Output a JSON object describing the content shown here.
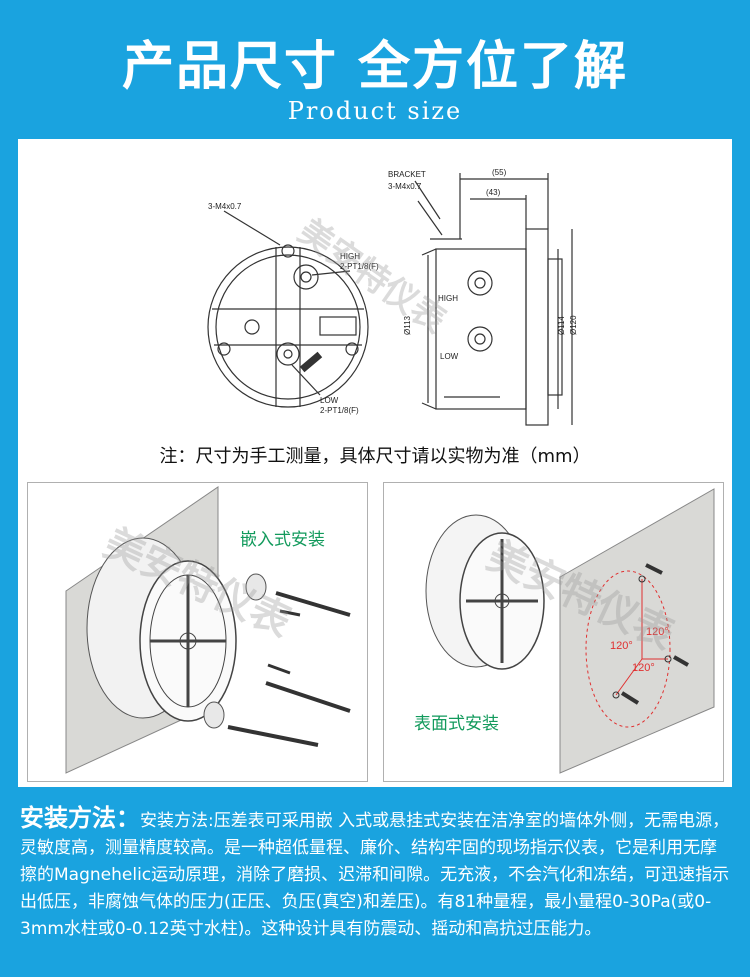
{
  "header": {
    "title": "产品尺寸 全方位了解",
    "subtitle": "Product size"
  },
  "drawing": {
    "labels": {
      "screw_front": "3-M4x0.7",
      "high_port": "HIGH",
      "high_port_thread": "2-PT1/8(F)",
      "low_port": "LOW",
      "low_port_thread": "2-PT1/8(F)",
      "bracket": "BRACKET",
      "screw_side": "3-M4x0.7",
      "dim_55": "(55)",
      "dim_43": "(43)",
      "dim_113": "Ø113",
      "dim_114": "Ø114",
      "dim_120": "Ø120",
      "side_high": "HIGH",
      "side_low": "LOW"
    }
  },
  "note": "注：尺寸为手工测量，具体尺寸请以实物为准（mm）",
  "install": {
    "flush_caption": "嵌入式安装",
    "surface_caption": "表面式安装",
    "angle_labels": [
      "120°",
      "120°",
      "120°"
    ]
  },
  "watermark": "美安特仪表",
  "description": {
    "heading": "安装方法：",
    "body": "安装方法:压差表可采用嵌 入式或悬挂式安装在洁净室的墙体外侧，无需电源，灵敏度高，测量精度较高。是一种超低量程、廉价、结构牢固的现场指示仪表，它是利用无摩擦的Magnehelic运动原理，消除了磨损、迟滞和间隙。无充液，不会汽化和冻结，可迅速指示出低压，非腐蚀气体的压力(正压、负压(真空)和差压)。有81种量程，最小量程0-30Pa(或0-3mm水柱或0-0.12英寸水柱)。这种设计具有防震动、摇动和高抗过压能力。"
  },
  "colors": {
    "background": "#1aa3df",
    "caption_green": "#129a5c",
    "angle_red": "#e03030"
  }
}
